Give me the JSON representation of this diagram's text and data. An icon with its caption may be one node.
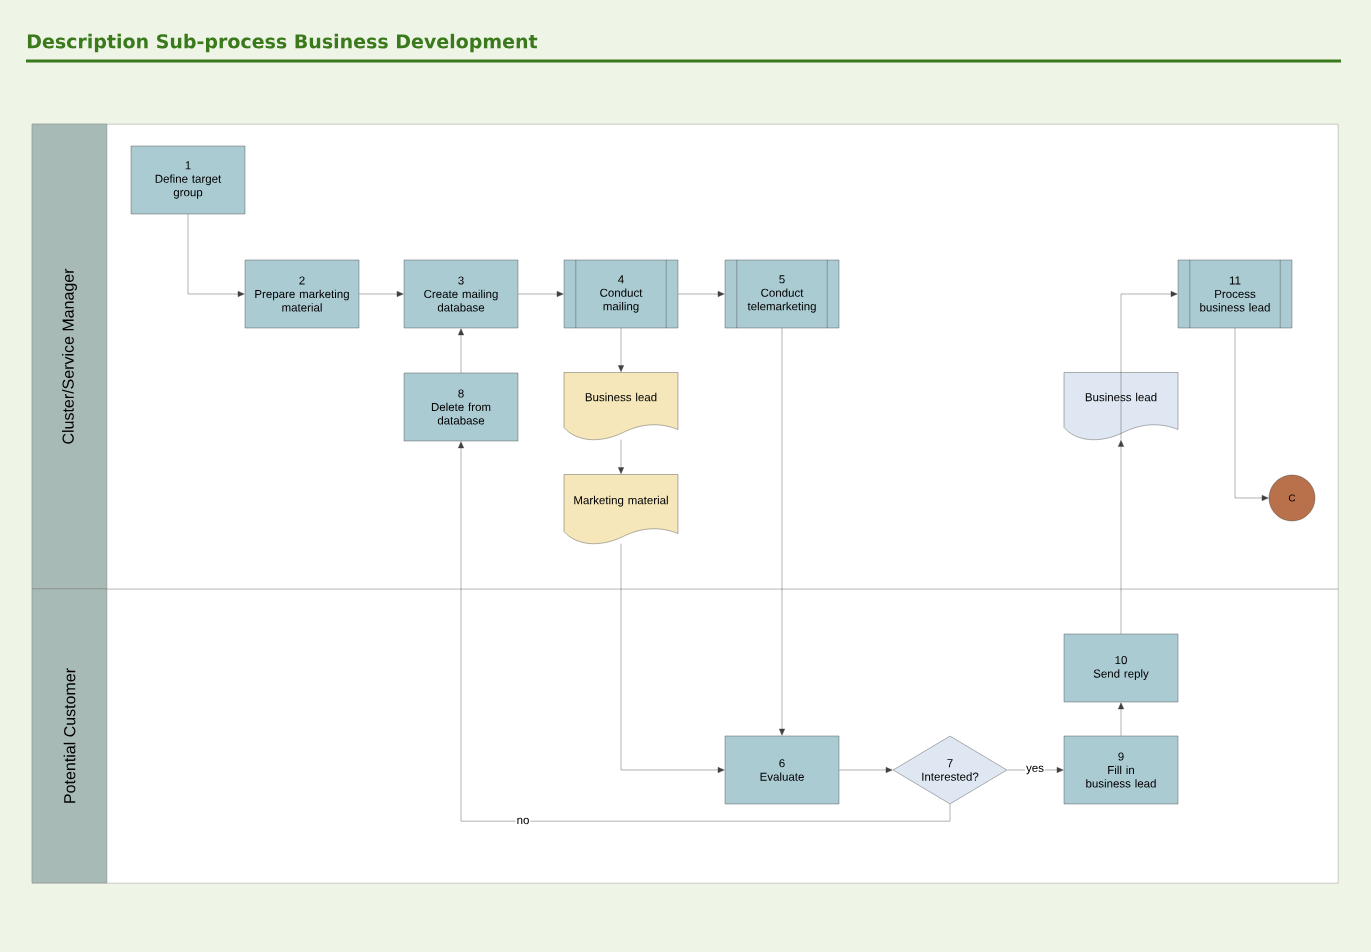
{
  "diagram": {
    "title": "Description Sub-process Business Development",
    "nodes": [
      {
        "text": [
          "Cluster/Service Manager"
        ]
      },
      {
        "text": [
          "1",
          "Define target group"
        ],
        "in": 0
      },
      {
        "text": [
          "2",
          "Prepare marketing material"
        ],
        "in": 0
      },
      {
        "text": [
          "3",
          "Create mailing database"
        ],
        "in": 0
      },
      {
        "text": [
          "4",
          "Conduct mailing"
        ],
        "in": 0
      },
      {
        "text": [
          "5",
          "Conduct telemarketing"
        ],
        "in": 0
      },
      {
        "text": [
          "11",
          "Process business lead"
        ],
        "in": 0
      },
      {
        "text": [
          "8",
          "Delete from database"
        ],
        "in": 0
      },
      {
        "text": [
          "Business lead"
        ],
        "in": 0
      },
      {
        "text": [
          "Business lead"
        ],
        "in": 0
      },
      {
        "text": [
          "C"
        ],
        "in": 0
      },
      {
        "text": [
          "Marketing material"
        ],
        "in": 0
      },
      {
        "text": [
          "Potential Customer"
        ]
      },
      {
        "text": [
          "10",
          "Send reply"
        ],
        "in": 12
      },
      {
        "text": [
          "6",
          "Evaluate"
        ],
        "in": 12
      },
      {
        "text": [
          "7",
          "Interested?"
        ],
        "in": 12
      },
      {
        "text": [
          "9",
          "Fill in business lead"
        ],
        "in": 12
      }
    ],
    "edges": [
      {
        "from": 1,
        "to": 2,
        "arrow": "to"
      },
      {
        "from": 2,
        "to": 3,
        "arrow": "to"
      },
      {
        "from": 3,
        "to": 4,
        "arrow": "to"
      },
      {
        "from": 4,
        "to": 5,
        "arrow": "to"
      },
      {
        "from": 4,
        "to": 8,
        "arrow": "to"
      },
      {
        "from": 8,
        "to": 11,
        "arrow": "to"
      },
      {
        "from": 11,
        "to": 14,
        "arrow": "to"
      },
      {
        "from": 5,
        "to": 14,
        "arrow": "to"
      },
      {
        "from": 14,
        "to": 15,
        "arrow": "to"
      },
      {
        "from": 15,
        "to": 16,
        "label": "yes",
        "arrow": "to"
      },
      {
        "from": 15,
        "to": 7,
        "label": "no",
        "arrow": "to"
      },
      {
        "from": 7,
        "to": 3,
        "arrow": "to"
      },
      {
        "from": 16,
        "to": 13,
        "arrow": "to"
      },
      {
        "from": 13,
        "to": 9,
        "arrow": "to"
      },
      {
        "from": 9,
        "to": 6,
        "arrow": "to"
      },
      {
        "from": 6,
        "to": 10,
        "arrow": "to"
      }
    ]
  }
}
